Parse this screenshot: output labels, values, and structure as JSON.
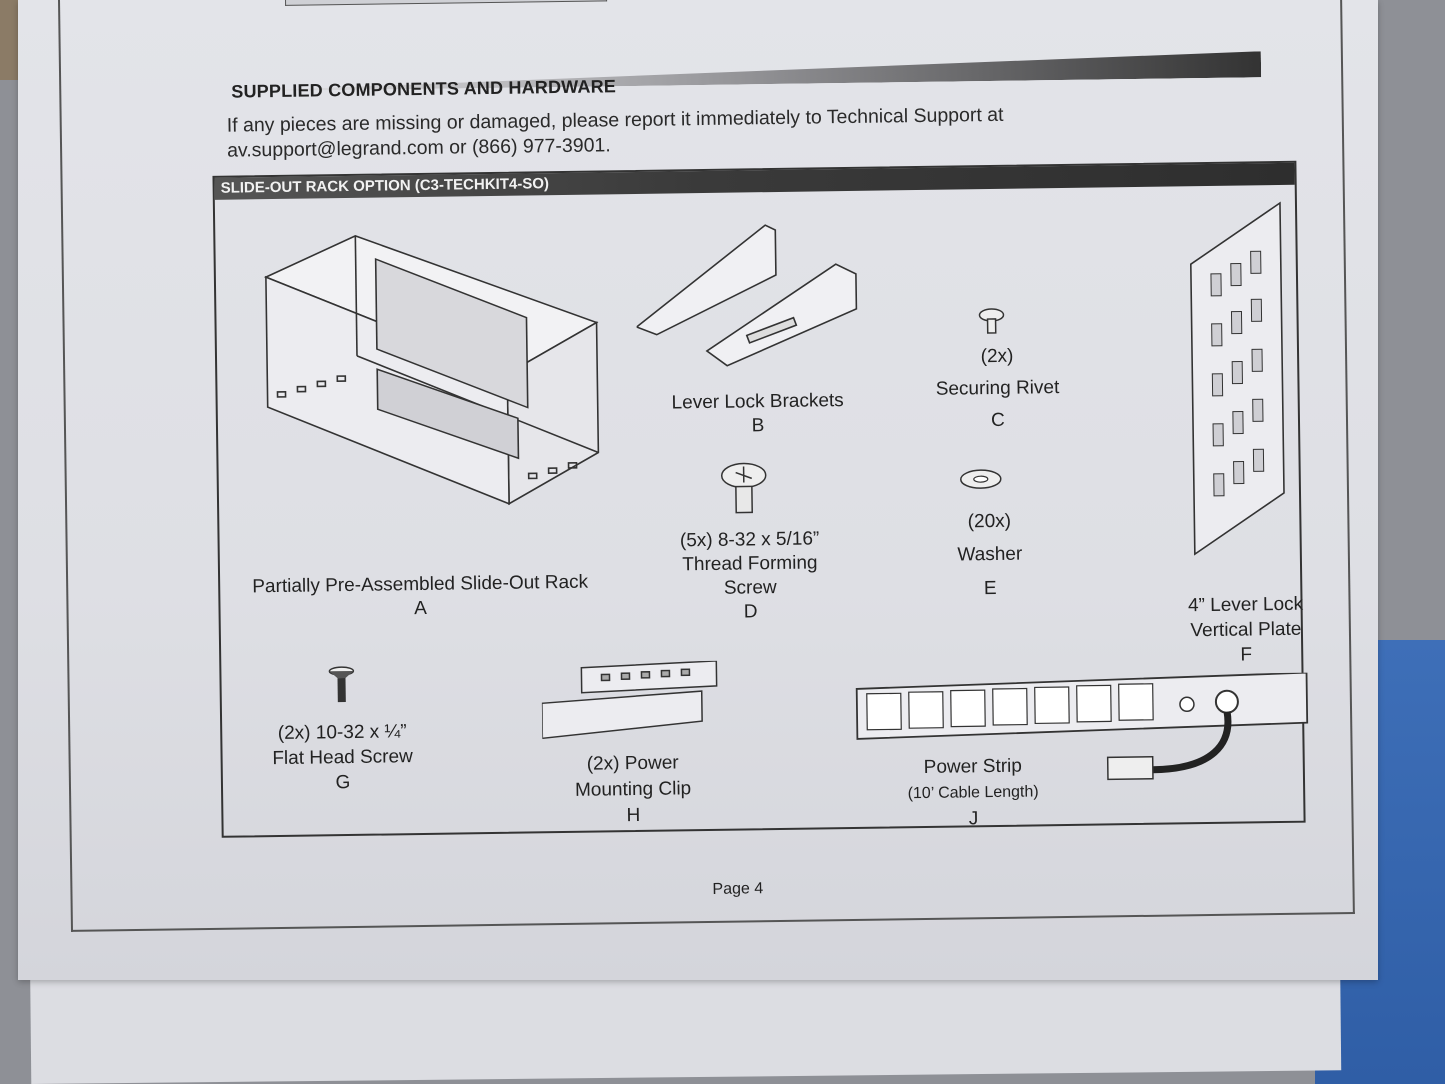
{
  "header": {
    "title": "SUPPLIED COMPONENTS AND HARDWARE",
    "intro_line1": "If any pieces are missing or damaged, please report it immediately to Technical Support at",
    "intro_line2": "av.support@legrand.com or (866) 977-3901."
  },
  "section": {
    "title": "SLIDE-OUT RACK OPTION (C3-TECHKIT4-SO)"
  },
  "components": {
    "a": {
      "name": "Partially Pre-Assembled Slide-Out Rack",
      "letter": "A",
      "icon": "slide-out-rack-icon"
    },
    "b": {
      "name": "Lever Lock Brackets",
      "letter": "B",
      "icon": "lever-lock-bracket-icon"
    },
    "c": {
      "qty": "(2x)",
      "name": "Securing Rivet",
      "letter": "C",
      "icon": "rivet-icon"
    },
    "d": {
      "line1": "(5x) 8-32 x 5/16”",
      "line2": "Thread Forming",
      "line3": "Screw",
      "letter": "D",
      "icon": "thread-forming-screw-icon"
    },
    "e": {
      "qty": "(20x)",
      "name": "Washer",
      "letter": "E",
      "icon": "washer-icon"
    },
    "f": {
      "line1": "4” Lever Lock",
      "line2": "Vertical Plate",
      "letter": "F",
      "icon": "vertical-plate-icon"
    },
    "g": {
      "line1": "(2x) 10-32 x ¼”",
      "line2": "Flat Head Screw",
      "letter": "G",
      "icon": "flat-head-screw-icon"
    },
    "h": {
      "line1": "(2x) Power",
      "line2": "Mounting Clip",
      "letter": "H",
      "icon": "mounting-clip-icon"
    },
    "j": {
      "name": "Power Strip",
      "sub": "(10’ Cable Length)",
      "letter": "J",
      "icon": "power-strip-icon"
    }
  },
  "footer": {
    "page": "Page 4"
  }
}
